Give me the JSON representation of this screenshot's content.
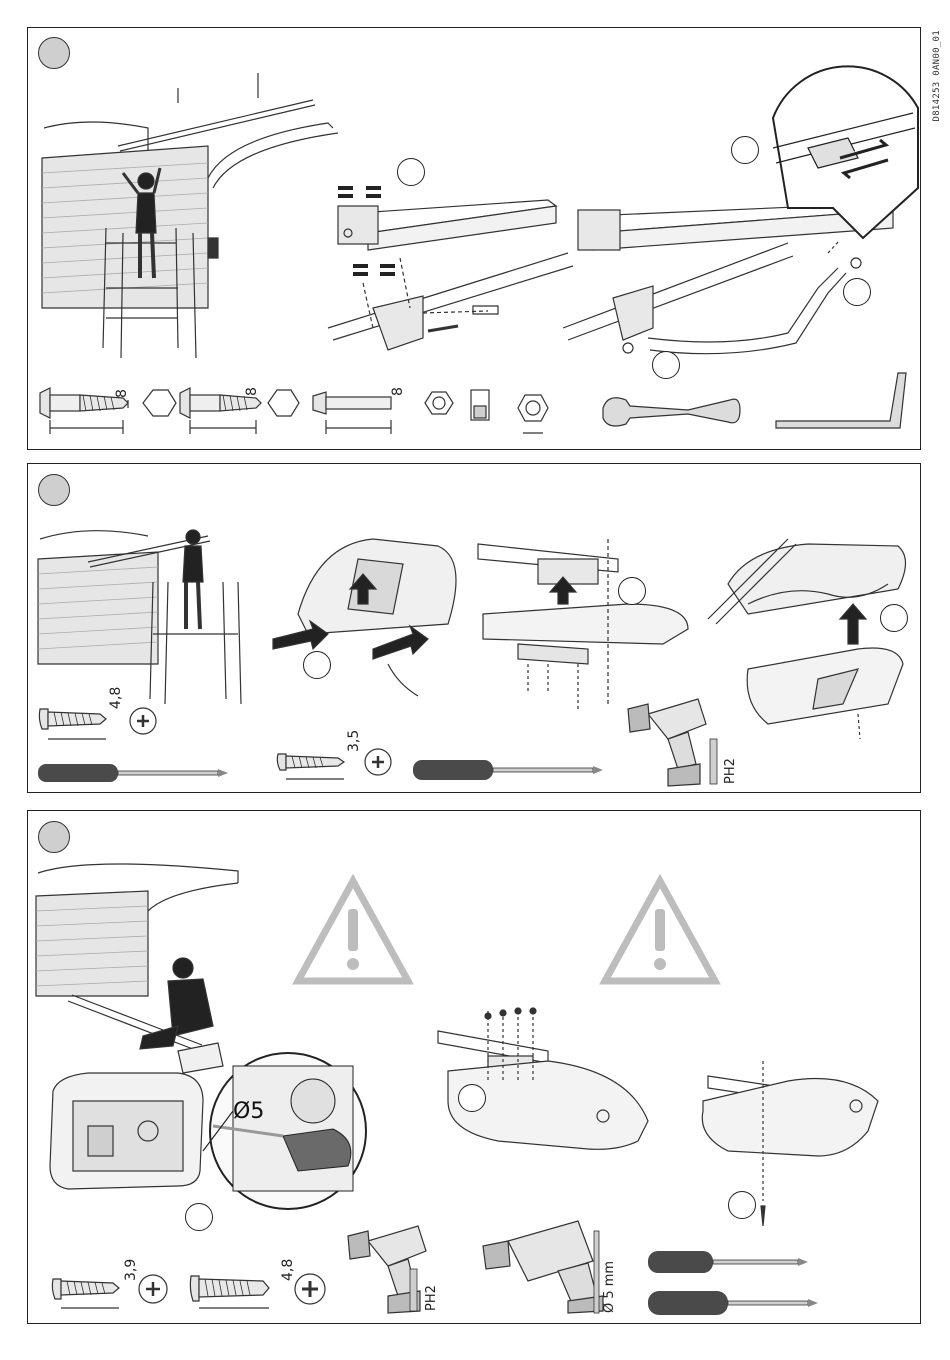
{
  "document_id": "D814253 0AN00_01",
  "colors": {
    "line": "#222222",
    "fill_gray": "#d9d9d9",
    "tool_dark": "#4a4a4a",
    "warning": "#bdbdbd"
  },
  "panel1": {
    "dimensions": [
      "8",
      "8",
      "8"
    ],
    "tools": [
      "open-end-wrench-icon",
      "hex-key-icon"
    ],
    "fasteners": [
      "lag-screw-icon",
      "lag-screw-icon",
      "hex-bolt-icon",
      "washer-icon",
      "lock-nut-icon",
      "hex-nut-icon"
    ]
  },
  "panel2": {
    "dimensions": [
      "4,8",
      "3,5"
    ],
    "bit_label": "PH2",
    "tools": [
      "screwdriver-icon",
      "screwdriver-icon",
      "cordless-drill-icon"
    ]
  },
  "panel3": {
    "drill_diameter": "Ø5",
    "dimensions": [
      "3,9",
      "4,8"
    ],
    "bit_label": "PH2",
    "drill_bit_label": "Ø 5 mm",
    "tools": [
      "cordless-drill-icon",
      "hammer-drill-icon",
      "screwdriver-icon",
      "screwdriver-icon"
    ],
    "warnings": [
      "warning-triangle-icon",
      "warning-triangle-icon"
    ]
  }
}
